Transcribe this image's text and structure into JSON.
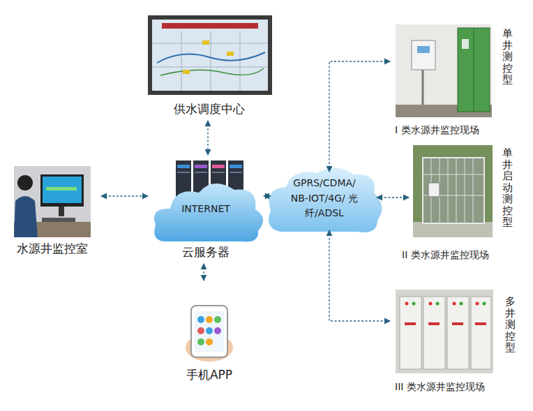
{
  "diagram": {
    "nodes": [
      {
        "text": [
          "供水调度中心"
        ]
      },
      {
        "text": [
          "水源井监控室"
        ]
      },
      {
        "text": [
          "INTERNET",
          "云服务器"
        ]
      },
      {
        "text": [
          "手机APP"
        ]
      },
      {
        "text": [
          "GPRS/CDMA/ NB-IOT/4G/ 光纤/ADSL"
        ]
      },
      {
        "text": [
          "单井测控型",
          "I 类水源井监控现场"
        ]
      },
      {
        "text": [
          "单井启动测控型",
          "II 类水源井监控现场"
        ]
      },
      {
        "text": [
          "多井测控型",
          "III 类水源井监控现场"
        ]
      }
    ],
    "edges": [
      {
        "from": 0,
        "to": 2,
        "arrow": "both"
      },
      {
        "from": 1,
        "to": 2,
        "arrow": "both"
      },
      {
        "from": 2,
        "to": 3,
        "arrow": "both"
      },
      {
        "from": 2,
        "to": 4,
        "arrow": "both"
      },
      {
        "from": 4,
        "to": 5,
        "arrow": "both"
      },
      {
        "from": 4,
        "to": 6,
        "arrow": "both"
      },
      {
        "from": 4,
        "to": 7,
        "arrow": "both"
      }
    ]
  }
}
